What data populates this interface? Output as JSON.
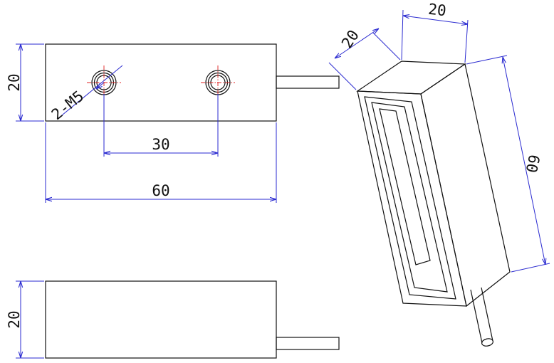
{
  "dimensions": {
    "front_height": "20",
    "hole_callout": "2-M5",
    "hole_spacing": "30",
    "overall_length": "60",
    "bottom_height": "20",
    "iso_depth": "20",
    "iso_width": "20",
    "iso_length": "60"
  },
  "colors": {
    "object_line": "#111111",
    "dimension_line": "#2a2ad0",
    "center_line": "#e02020"
  }
}
